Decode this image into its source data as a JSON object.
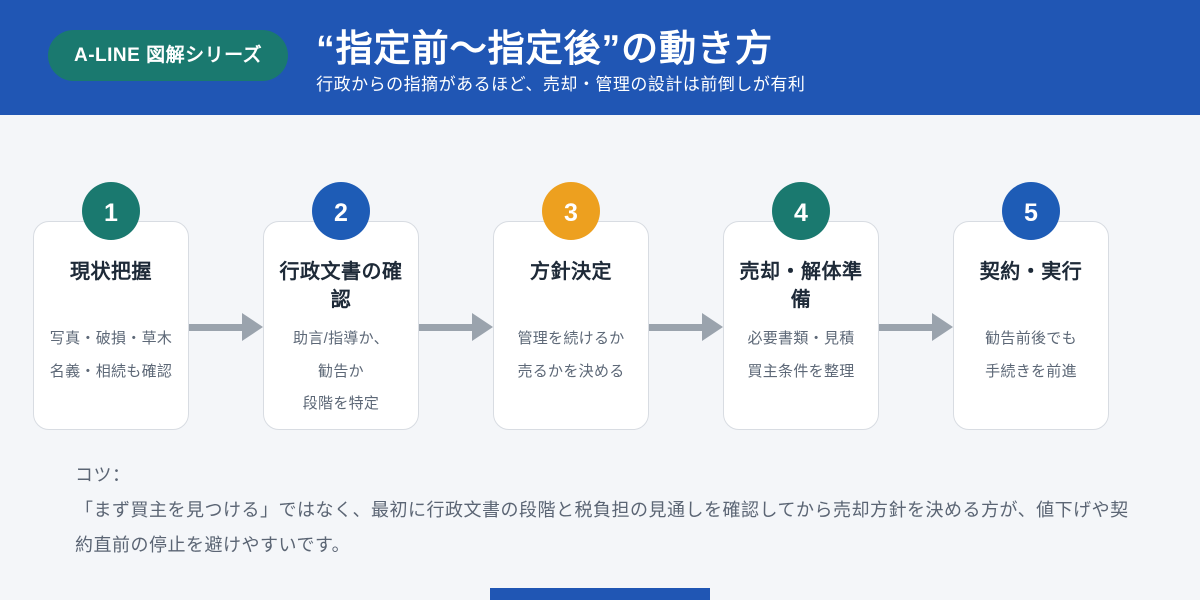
{
  "header": {
    "badge": "A-LINE 図解シリーズ",
    "title": "“指定前〜指定後”の動き方",
    "subtitle": "行政からの指摘があるほど、売却・管理の設計は前倒しが有利"
  },
  "steps": [
    {
      "number": "1",
      "color": "#1a796f",
      "title": "現状把握",
      "lines": [
        "写真・破損・草木",
        "名義・相続も確認"
      ]
    },
    {
      "number": "2",
      "color": "#1e5cb6",
      "title": "行政文書の確認",
      "lines": [
        "助言/指導か、",
        "勧告か",
        "段階を特定"
      ]
    },
    {
      "number": "3",
      "color": "#eda01f",
      "title": "方針決定",
      "lines": [
        "管理を続けるか",
        "売るかを決める"
      ]
    },
    {
      "number": "4",
      "color": "#1a796f",
      "title": "売却・解体準備",
      "lines": [
        "必要書類・見積",
        "買主条件を整理"
      ]
    },
    {
      "number": "5",
      "color": "#1e5cb6",
      "title": "契約・実行",
      "lines": [
        "勧告前後でも",
        "手続きを前進"
      ]
    }
  ],
  "tip": {
    "label": "コツ：",
    "text": "「まず買主を見つける」ではなく、最初に行政文書の段階と税負担の見通しを確認してから売却方針を決める方が、値下げや契約直前の停止を避けやすいです。"
  },
  "colors": {
    "header_blue": "#2056b4",
    "badge_teal": "#1a796f",
    "accent_orange": "#eda01f",
    "arrow_gray": "#9aa3ad",
    "background": "#f4f6f9"
  }
}
